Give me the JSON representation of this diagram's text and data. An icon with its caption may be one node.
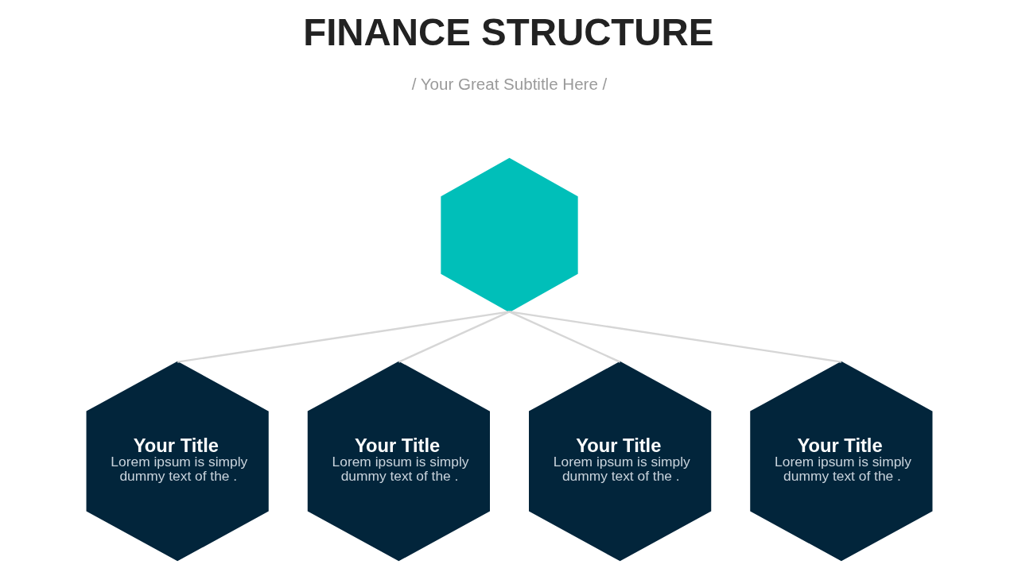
{
  "diagram": {
    "title": "FINANCE STRUCTURE",
    "nodes": [
      {
        "text": [],
        "shape": "hexagon"
      },
      {
        "text": [
          "Your Title",
          "Lorem ipsum is simply dummy text of the ."
        ]
      },
      {
        "text": [
          "Your Title",
          "Lorem ipsum is simply dummy text of the ."
        ]
      },
      {
        "text": [
          "Your Title",
          "Lorem ipsum is simply dummy text of the ."
        ]
      },
      {
        "text": [
          "Your Title",
          "Lorem ipsum is simply dummy text of the ."
        ]
      }
    ],
    "edges": [
      {
        "from": 0,
        "to": 1,
        "arrow": "none"
      },
      {
        "from": 0,
        "to": 2,
        "arrow": "none"
      },
      {
        "from": 0,
        "to": 3,
        "arrow": "none"
      },
      {
        "from": 0,
        "to": 4,
        "arrow": "none"
      }
    ],
    "labels": [
      "/ Your Great Subtitle Here /"
    ]
  }
}
